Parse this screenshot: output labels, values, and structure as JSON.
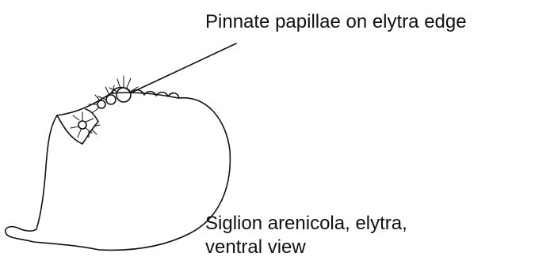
{
  "annotation": {
    "text": "Pinnate papillae on elytra edge"
  },
  "caption": {
    "line1": "Siglion arenicola, elytra,",
    "line2": "ventral view"
  },
  "colors": {
    "ink": "#111111",
    "background": "#ffffff"
  },
  "drawing": {
    "subject": "elytron outline with pinnate papillae along dorsal edge",
    "style": "hand-drawn line sketch"
  }
}
